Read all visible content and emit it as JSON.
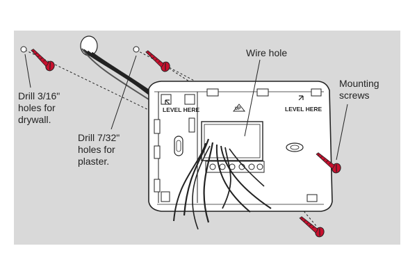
{
  "labels": {
    "wire_hole": "Wire hole",
    "mounting_screws": "Mounting\nscrews",
    "drill_drywall": "Drill 3/16\"\nholes for\ndrywall.",
    "drill_plaster": "Drill 7/32\"\nholes for\nplaster.",
    "level_here_left": "LEVEL HERE",
    "level_here_right": "LEVEL HERE",
    "up_mark": "UP"
  },
  "colors": {
    "panel": "#d9d9d9",
    "screw": "#c8102e",
    "outline": "#222222",
    "plate": "#ffffff"
  }
}
